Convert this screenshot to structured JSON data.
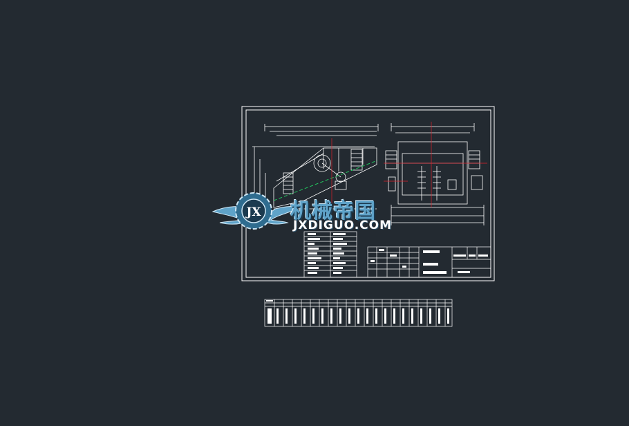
{
  "watermark": {
    "title": "机械帝国",
    "url": "JXDIGUO.COM",
    "badge": "JX",
    "colors": {
      "primary": "#5fa3c9",
      "accent": "#cfe7f5"
    }
  },
  "drawing": {
    "colors": {
      "background": "#232a31",
      "line": "#ffffff",
      "centerline": "#e0202a",
      "screen": "#22c55e"
    }
  }
}
